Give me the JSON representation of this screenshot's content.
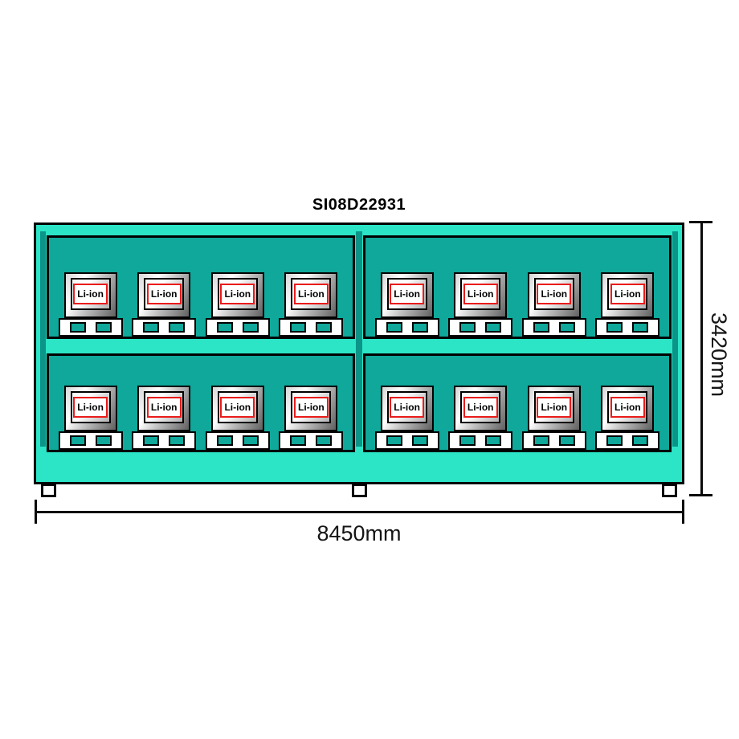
{
  "title": "SI08D22931",
  "unit_label": "Li-ion",
  "dimensions": {
    "width_label": "8450mm",
    "height_label": "3420mm"
  },
  "colors": {
    "container_fill": "#2BE5C6",
    "bay_fill": "#0FA89A",
    "post_fill": "#0B9488",
    "label_border_red": "#EA1B1B",
    "outline": "#000000"
  },
  "bays": [
    {
      "name": "top-left",
      "unit_count": 4
    },
    {
      "name": "top-right",
      "unit_count": 4
    },
    {
      "name": "bottom-left",
      "unit_count": 4
    },
    {
      "name": "bottom-right",
      "unit_count": 4
    }
  ]
}
